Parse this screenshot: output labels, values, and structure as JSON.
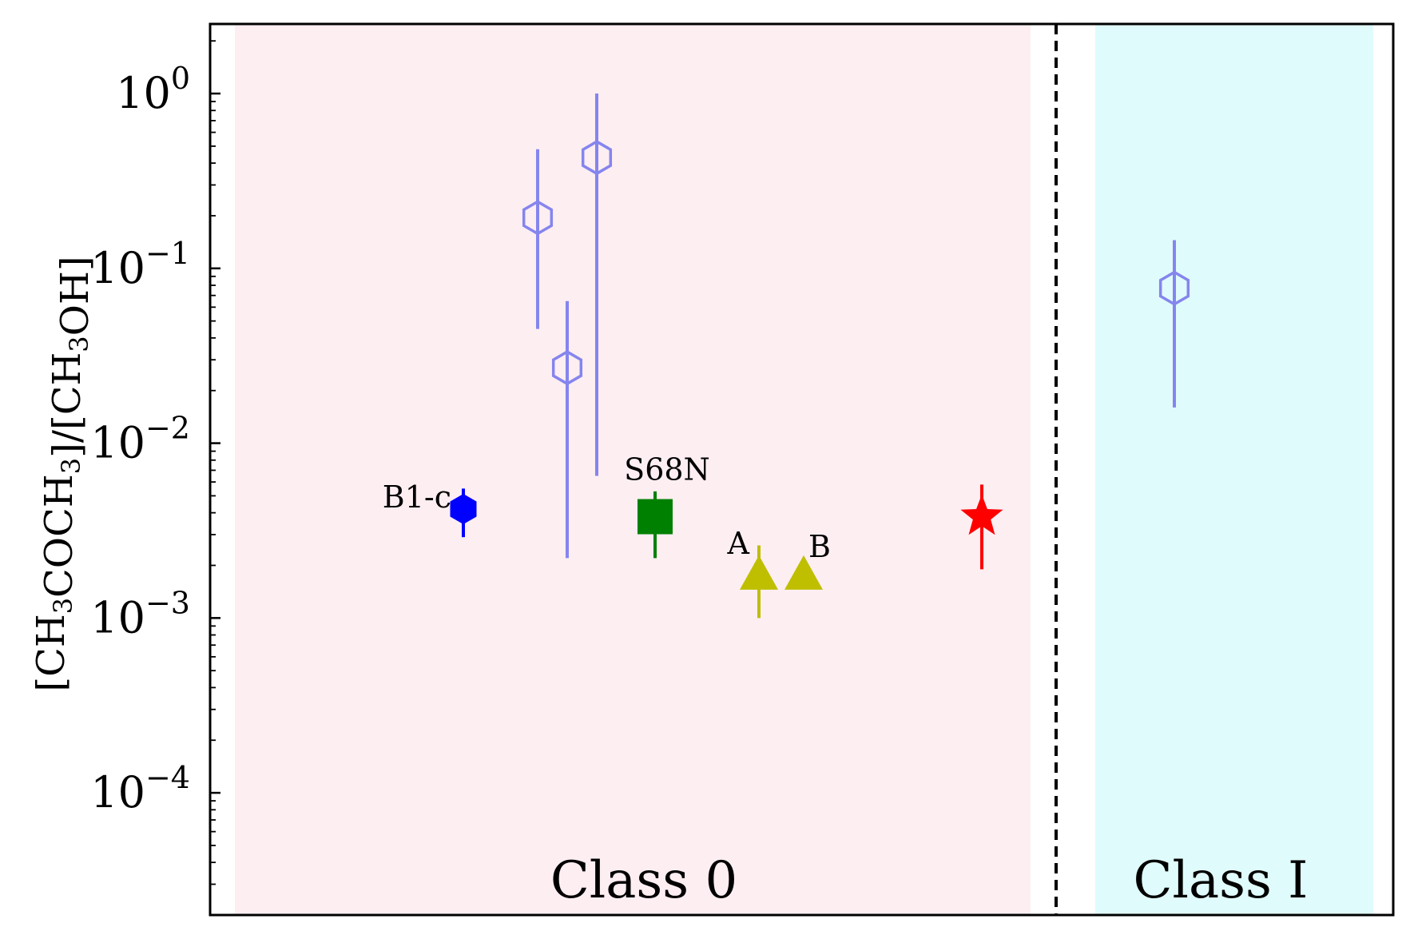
{
  "chart_data": {
    "type": "scatter",
    "yscale": "log",
    "ylim": [
      2e-05,
      2.5
    ],
    "ylabel": "[CH3COCH3]/[CH3OH]",
    "y_ticks": [
      {
        "value": 1,
        "label": "10^0"
      },
      {
        "value": 0.1,
        "label": "10^-1"
      },
      {
        "value": 0.01,
        "label": "10^-2"
      },
      {
        "value": 0.001,
        "label": "10^-3"
      },
      {
        "value": 0.0001,
        "label": "10^-4"
      }
    ],
    "x_ticks": [],
    "regions": [
      {
        "label": "Class 0",
        "color": "#fdeef2"
      },
      {
        "label": "Class I",
        "color": "#e0fbfb"
      }
    ],
    "separator": {
      "style": "dashed",
      "color": "#000000"
    },
    "points": [
      {
        "label": "",
        "group": "Class 0",
        "y": 0.195,
        "y_low": 0.045,
        "y_high": 0.48,
        "marker": "hexagon-open",
        "color": "#8585ee"
      },
      {
        "label": "",
        "group": "Class 0",
        "y": 0.027,
        "y_low": 0.0022,
        "y_high": 0.065,
        "marker": "hexagon-open",
        "color": "#8585ee"
      },
      {
        "label": "",
        "group": "Class 0",
        "y": 0.43,
        "y_low": 0.0065,
        "y_high": 1.0,
        "marker": "hexagon-open",
        "color": "#8585ee"
      },
      {
        "label": "B1-c",
        "group": "Class 0",
        "y": 0.0042,
        "y_low": 0.0029,
        "y_high": 0.0055,
        "marker": "hexagon",
        "color": "#0000ff"
      },
      {
        "label": "S68N",
        "group": "Class 0",
        "y": 0.0038,
        "y_low": 0.0022,
        "y_high": 0.0053,
        "marker": "square",
        "color": "#008000"
      },
      {
        "label": "A",
        "group": "Class 0",
        "y": 0.0017,
        "y_low": 0.001,
        "y_high": 0.0026,
        "marker": "triangle",
        "color": "#bfbf00"
      },
      {
        "label": "B",
        "group": "Class 0",
        "y": 0.0017,
        "y_low": null,
        "y_high": null,
        "marker": "triangle",
        "color": "#bfbf00"
      },
      {
        "label": "",
        "group": "Class 0",
        "y": 0.0038,
        "y_low": 0.0019,
        "y_high": 0.0058,
        "marker": "star",
        "color": "#ff0000"
      },
      {
        "label": "",
        "group": "Class I",
        "y": 0.077,
        "y_low": 0.016,
        "y_high": 0.145,
        "marker": "hexagon-open",
        "color": "#8585ee"
      }
    ]
  }
}
